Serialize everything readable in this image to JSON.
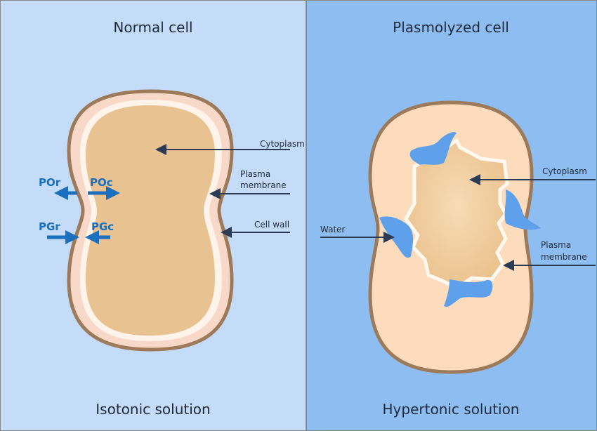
{
  "left_panel": {
    "title": "Normal cell",
    "solution": "Isotonic solution",
    "labels": {
      "cytoplasm": "Cytoplasm",
      "plasma_membrane_1": "Plasma",
      "plasma_membrane_2": "membrane",
      "cell_wall": "Cell wall"
    },
    "pressures": {
      "por": "POr",
      "poc": "POc",
      "pgr": "PGr",
      "pgc": "PGc"
    }
  },
  "right_panel": {
    "title": "Plasmolyzed cell",
    "solution": "Hypertonic solution",
    "labels": {
      "cytoplasm": "Cytoplasm",
      "water": "Water",
      "plasma_membrane_1": "Plasma",
      "plasma_membrane_2": "membrane"
    }
  },
  "colors": {
    "isotonic_bg": "#c4dcf8",
    "hypertonic_bg": "#8ebdf1",
    "cell_wall": "#9c7a5a",
    "cytoplasm": "#e8c290",
    "pressure_arrow": "#1a6fbf",
    "water": "#5fa0ea"
  }
}
